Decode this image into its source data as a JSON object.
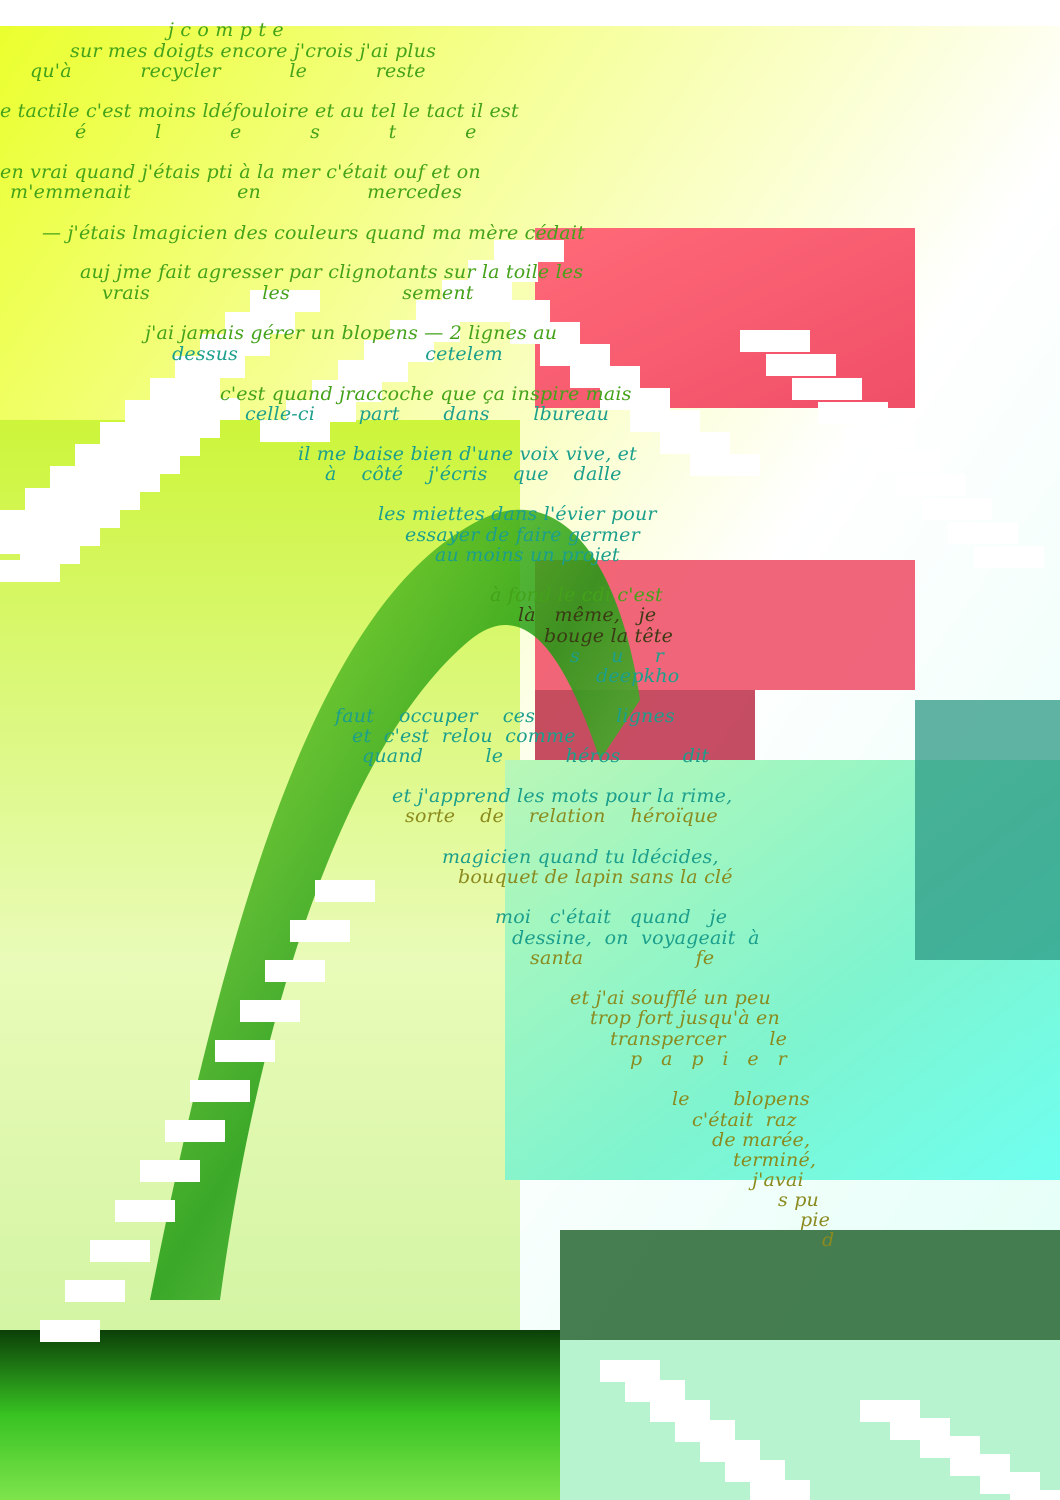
{
  "palette": {
    "yellow": "#f3ff3a",
    "lime": "#b6f02c",
    "green": "#2fbd1a",
    "dark_green": "#0c4d0a",
    "red": "#f2566e",
    "cyan": "#7ef7ee",
    "white": "#ffffff",
    "text_green": "#44a21a",
    "text_teal": "#1b9f8c",
    "text_dark": "#3a3a14",
    "text_olive": "#8a8a1e"
  },
  "poem": {
    "stanzas": [
      {
        "lines": [
          "j c o m p t e",
          "sur mes doigts encore j'crois j'ai plus",
          "qu'à           recycler           le           reste"
        ]
      },
      {
        "lines": [
          "e tactile c'est moins ldéfouloire et au tel le tact il est",
          "é           l           e           s           t           e"
        ]
      },
      {
        "lines": [
          "en vrai quand j'étais pti à la mer c'était ouf et on",
          "m'emmenait                 en                 mercedes"
        ]
      },
      {
        "lines": [
          "— j'étais lmagicien des couleurs quand ma mère cédait"
        ]
      },
      {
        "lines": [
          "auj jme fait agresser par clignotants sur la toile les",
          "vrais                  les                  sement"
        ]
      },
      {
        "lines": [
          "j'ai jamais gérer un blopens — 2 lignes au",
          "dessus                              cetelem"
        ]
      },
      {
        "lines": [
          "c'est quand jraccoche que ça inspire mais",
          "celle-ci       part       dans       lbureau"
        ]
      },
      {
        "lines": [
          "il me baise bien d'une voix vive, et",
          "à    côté    j'écris    que    dalle"
        ]
      },
      {
        "lines": [
          "les miettes dans l'évier pour",
          "essayer de faire germer",
          "au moins un projet"
        ]
      },
      {
        "lines": [
          "à fond le cdi c'est",
          "là   même,   je",
          "bouge la tête",
          "s     u     r",
          "deepkho"
        ]
      },
      {
        "lines": [
          "faut    occuper    ces             lignes",
          "et  c'est  relou  comme",
          "quand          le          héros          dit"
        ]
      },
      {
        "lines": [
          "et j'apprend les mots pour la rime,",
          "sorte    de    relation    héroïque"
        ]
      },
      {
        "lines": [
          "magicien quand tu ldécides,",
          "bouquet de lapin sans la clé"
        ]
      },
      {
        "lines": [
          "moi   c'était   quand   je",
          "dessine,  on  voyageait  à",
          "santa                  fe"
        ]
      },
      {
        "lines": [
          "et j'ai soufflé un peu",
          "trop fort jusqu'à en",
          "transpercer       le",
          "p   a   p   i   e   r"
        ]
      },
      {
        "lines": [
          "le       blopens",
          "c'était  raz",
          "de marée,",
          "terminé,",
          "j'avai",
          "s pu",
          "pie",
          "d"
        ]
      }
    ]
  }
}
